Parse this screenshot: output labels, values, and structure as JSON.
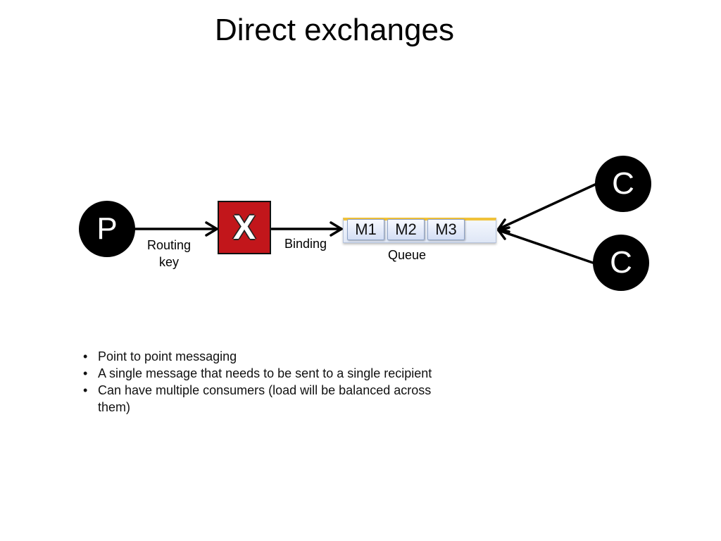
{
  "title": "Direct exchanges",
  "diagram": {
    "producer": "P",
    "exchange": "X",
    "consumers": [
      "C",
      "C"
    ],
    "routing_key_label": [
      "Routing",
      "key"
    ],
    "binding_label": "Binding",
    "queue_label": "Queue",
    "messages": [
      "M1",
      "M2",
      "M3"
    ],
    "colors": {
      "node": "#000000",
      "exchange": "#c2161b",
      "queue_accent": "#f0c23a",
      "message_fill": "#dfe7f6"
    }
  },
  "bullets": [
    "Point to point messaging",
    "A single message that needs to be sent to a single recipient",
    "Can have multiple consumers (load will be balanced across them)"
  ]
}
